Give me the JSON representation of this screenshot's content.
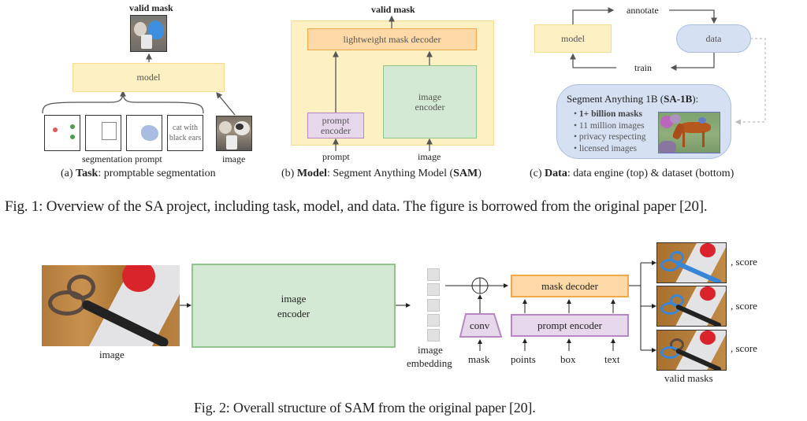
{
  "fig1": {
    "panel_a": {
      "output_label": "valid mask",
      "model_label": "model",
      "prompt_text": "cat with black ears",
      "prompt_text_line1": "cat with",
      "prompt_text_line2": "black ears",
      "prompts_label": "segmentation prompt",
      "image_label": "image",
      "caption_prefix": "(a) ",
      "caption_bold": "Task",
      "caption_rest": ": promptable segmentation"
    },
    "panel_b": {
      "output_label": "valid mask",
      "decoder_label": "lightweight mask decoder",
      "prompt_encoder_line1": "prompt",
      "prompt_encoder_line2": "encoder",
      "image_encoder_line1": "image",
      "image_encoder_line2": "encoder",
      "prompt_label": "prompt",
      "image_label": "image",
      "caption_prefix": "(b) ",
      "caption_bold": "Model",
      "caption_mid": ": Segment Anything Model (",
      "caption_bold2": "SAM",
      "caption_end": ")"
    },
    "panel_c": {
      "annotate_label": "annotate",
      "train_label": "train",
      "model_label": "model",
      "data_label": "data",
      "dataset_title_prefix": "Segment Anything 1B (",
      "dataset_title_bold": "SA-1B",
      "dataset_title_suffix": "):",
      "bullets": [
        "1+ billion masks",
        "11 million images",
        "privacy respecting",
        "licensed images"
      ],
      "bullet_char": "•",
      "caption_prefix": "(c) ",
      "caption_bold": "Data",
      "caption_rest": ": data engine (top) & dataset (bottom)"
    },
    "caption": "Fig. 1: Overview of the SA project, including task, model, and data. The figure is borrowed from the original paper [20]."
  },
  "fig2": {
    "image_label": "image",
    "image_encoder_line1": "image",
    "image_encoder_line2": "encoder",
    "embedding_line1": "image",
    "embedding_line2": "embedding",
    "conv_label": "conv",
    "mask_label": "mask",
    "mask_decoder_label": "mask decoder",
    "prompt_encoder_label": "prompt encoder",
    "inputs": [
      "points",
      "box",
      "text"
    ],
    "score_label": ", score",
    "valid_masks_label": "valid masks",
    "caption": "Fig. 2: Overall structure of SAM from the original paper [20]."
  },
  "colors": {
    "model_yellow_fill": "#fdf0c2",
    "model_yellow_border": "#f8dc8c",
    "decoder_orange_fill": "#fcd9a6",
    "decoder_orange_border": "#f0a94a",
    "encoder_green_fill": "#d4e9d4",
    "encoder_green_border": "#8fc48a",
    "prompt_purple_fill": "#e6d8ea",
    "prompt_purple_border": "#b886c4",
    "data_blue_fill": "#d6e0f3",
    "data_blue_border": "#a9bde3",
    "mask_blue": "#3a86d6"
  }
}
